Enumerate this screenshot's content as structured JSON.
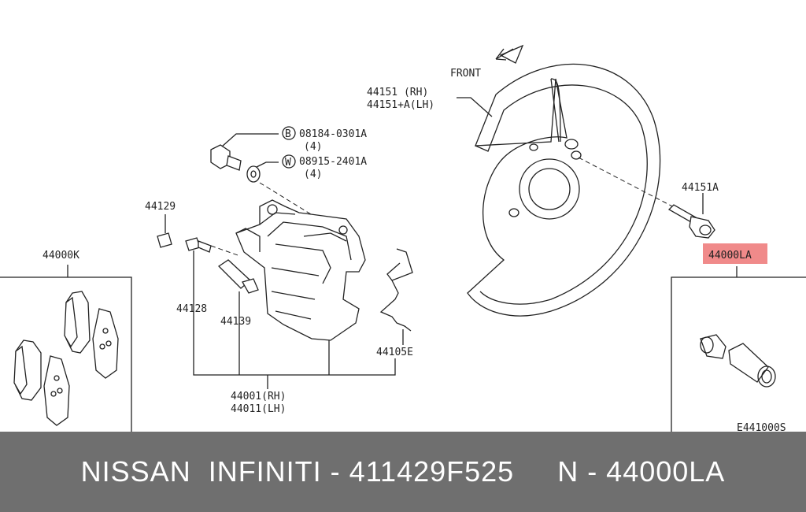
{
  "diagram": {
    "front_label": "FRONT",
    "labels": {
      "backing_plate_rh": "44151 (RH)",
      "backing_plate_lh": "44151+A(LH)",
      "bolt_b_code": "08184-0301A",
      "bolt_b_qty": "(4)",
      "washer_w_code": "08915-2401A",
      "washer_w_qty": "(4)",
      "bolt_b_letter": "B",
      "washer_w_letter": "W",
      "part_44129": "44129",
      "part_44000k": "44000K",
      "part_44128": "44128",
      "part_44139": "44139",
      "part_44105e": "44105E",
      "caliper_rh": "44001(RH)",
      "caliper_lh": "44011(LH)",
      "part_44151a": "44151A",
      "part_44000la": "44000LA",
      "diagram_code": "E441000S"
    },
    "highlight_color": "#f08a8a"
  },
  "banner": {
    "text": "NISSAN  INFINITI - 411429F525     N - 44000LA",
    "background": "#6f6f6f"
  }
}
